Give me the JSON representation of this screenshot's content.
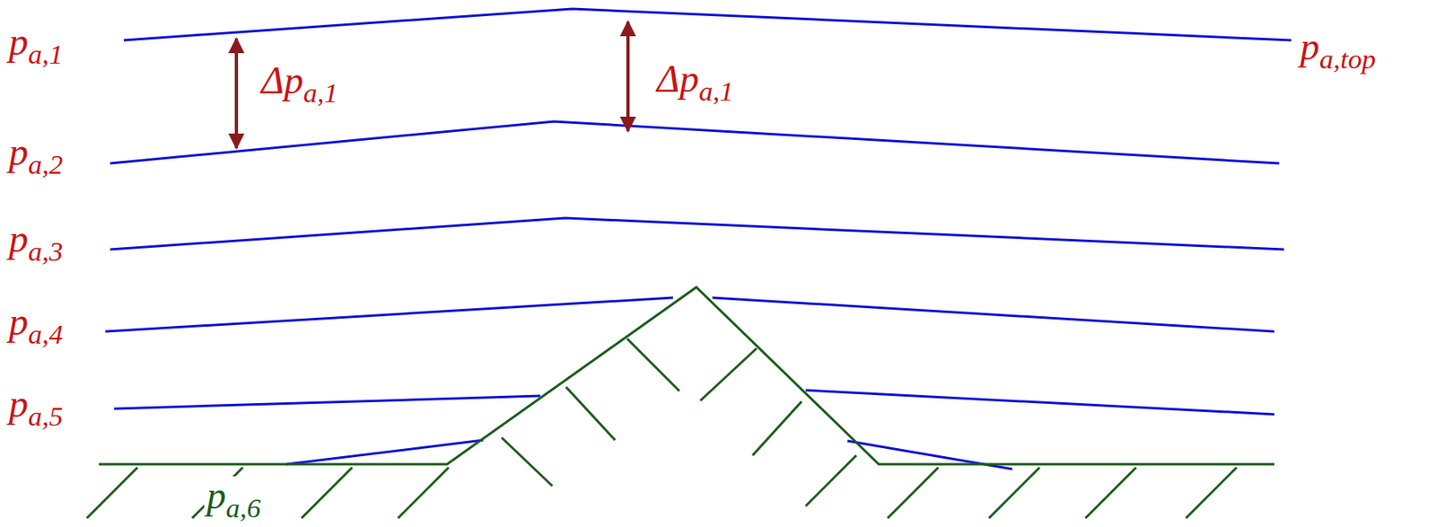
{
  "diagram": {
    "labels": [
      "pa,1",
      "Δpa,1",
      "Δpa,1",
      "pa,top",
      "pa,2",
      "pa,3",
      "pa,4",
      "pa,5",
      "pa,6"
    ]
  }
}
